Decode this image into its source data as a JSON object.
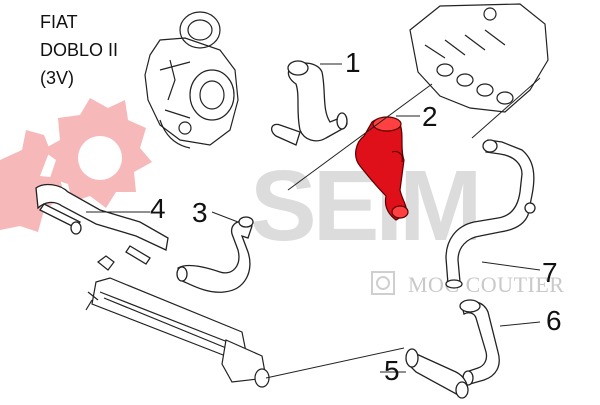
{
  "vehicle": {
    "lines": [
      "FIAT",
      "DOBLO II",
      "(3V)"
    ]
  },
  "parts": [
    "1",
    "2",
    "3",
    "4",
    "5",
    "6",
    "7"
  ],
  "watermark": {
    "logo_text": "SEIM",
    "brand_text": "MOC COUTIER"
  },
  "colors": {
    "highlight": "#e0101a",
    "gear": "#f6b8b8",
    "line_art": "#222222",
    "watermark": "#d6d6d6"
  }
}
